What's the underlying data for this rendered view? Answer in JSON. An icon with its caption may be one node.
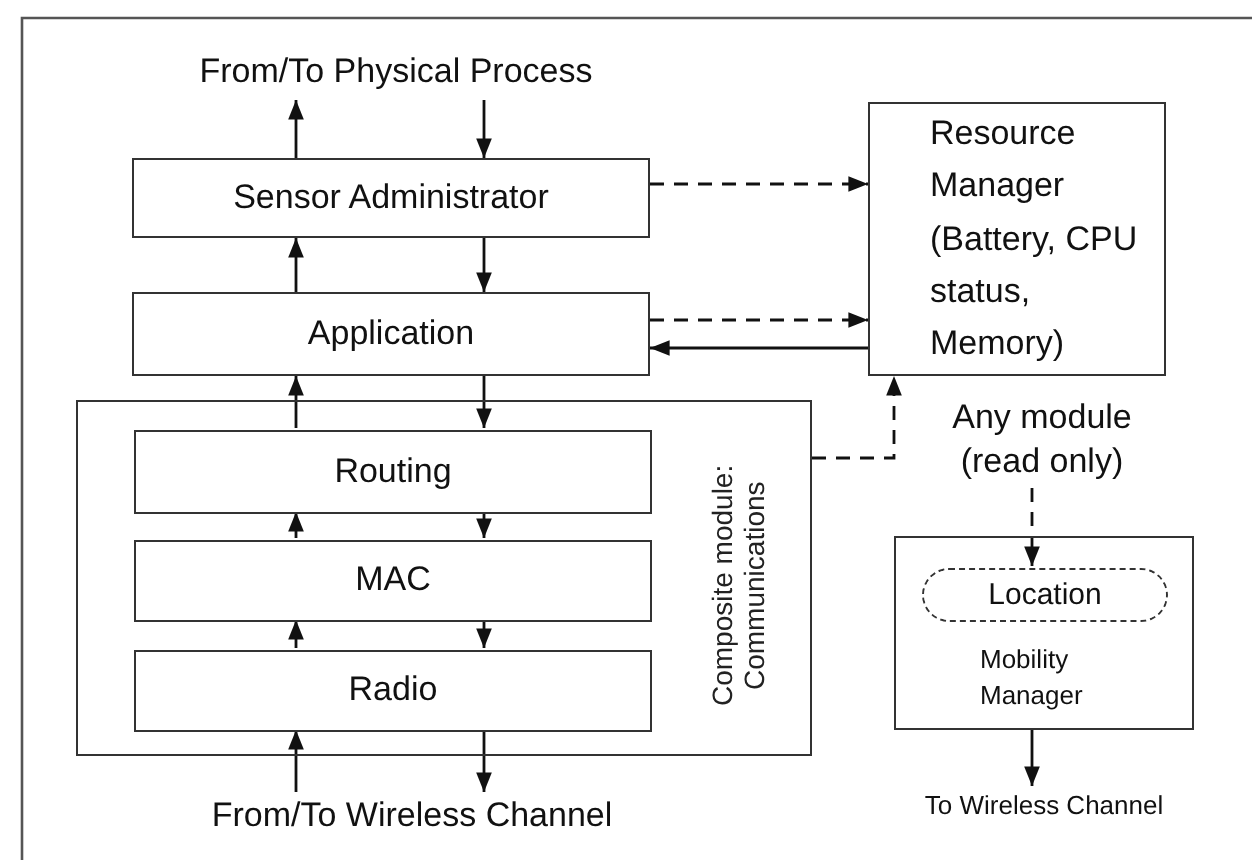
{
  "diagram": {
    "nodes": [
      {
        "text": [
          "From/To Physical Process"
        ]
      },
      {
        "text": [
          "Sensor Administrator"
        ]
      },
      {
        "text": [
          "Application"
        ]
      },
      {
        "text": [
          "Composite module: Communications"
        ]
      },
      {
        "text": [
          "Routing"
        ],
        "in": 3
      },
      {
        "text": [
          "MAC"
        ],
        "in": 3
      },
      {
        "text": [
          "Radio"
        ],
        "in": 3
      },
      {
        "text": [
          "From/To Wireless Channel"
        ]
      },
      {
        "text": [
          "Resource Manager (Battery, CPU status, Memory)"
        ]
      },
      {
        "text": [
          "Any module (read only)"
        ]
      },
      {
        "text": [
          "Mobility Manager"
        ]
      },
      {
        "text": [
          "Location"
        ],
        "in": 10
      },
      {
        "text": [
          "To Wireless Channel"
        ]
      }
    ],
    "edges": [
      {
        "from": 1,
        "to": 0,
        "arrow": "to"
      },
      {
        "from": 0,
        "to": 1,
        "arrow": "to"
      },
      {
        "from": 2,
        "to": 1,
        "arrow": "to"
      },
      {
        "from": 1,
        "to": 2,
        "arrow": "to"
      },
      {
        "from": 4,
        "to": 2,
        "arrow": "to"
      },
      {
        "from": 2,
        "to": 4,
        "arrow": "to"
      },
      {
        "from": 5,
        "to": 4,
        "arrow": "to"
      },
      {
        "from": 4,
        "to": 5,
        "arrow": "to"
      },
      {
        "from": 6,
        "to": 5,
        "arrow": "to"
      },
      {
        "from": 5,
        "to": 6,
        "arrow": "to"
      },
      {
        "from": 7,
        "to": 6,
        "arrow": "to"
      },
      {
        "from": 6,
        "to": 7,
        "arrow": "to"
      },
      {
        "from": 1,
        "to": 8,
        "arrow": "to",
        "style": "dashed"
      },
      {
        "from": 2,
        "to": 8,
        "arrow": "to",
        "style": "dashed"
      },
      {
        "from": 8,
        "to": 2,
        "arrow": "to"
      },
      {
        "from": 3,
        "to": 8,
        "arrow": "to",
        "style": "dashed"
      },
      {
        "from": 9,
        "to": 11,
        "arrow": "to",
        "style": "dashed"
      },
      {
        "from": 10,
        "to": 12,
        "arrow": "to"
      }
    ]
  }
}
